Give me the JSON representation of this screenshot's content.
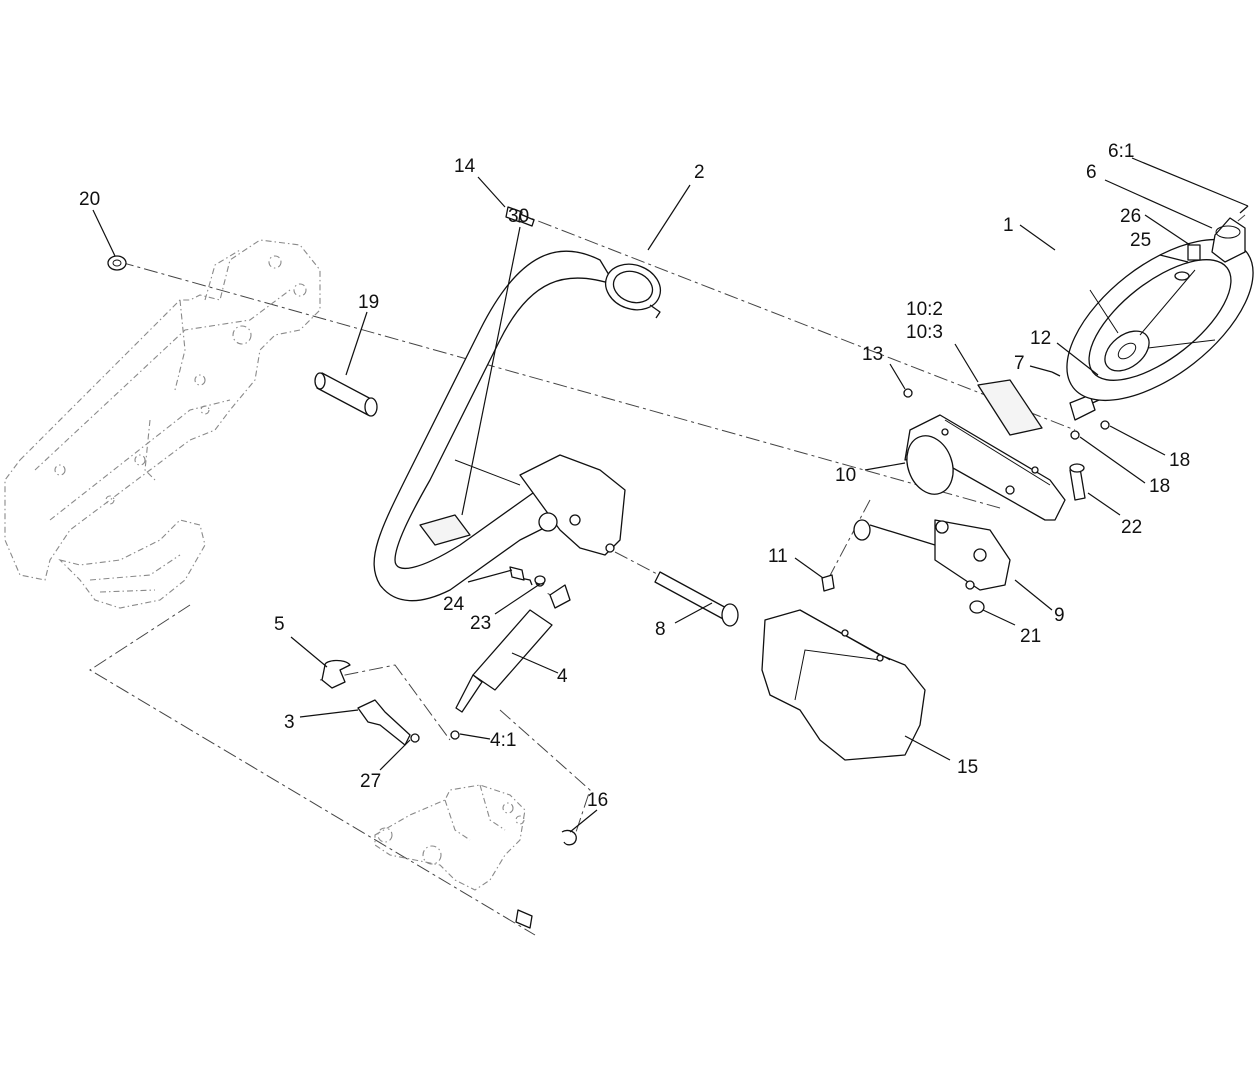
{
  "callouts": {
    "c1": "1",
    "c2": "2",
    "c3": "3",
    "c4": "4",
    "c4_1": "4:1",
    "c5": "5",
    "c6": "6",
    "c6_1": "6:1",
    "c7": "7",
    "c8": "8",
    "c9": "9",
    "c10": "10",
    "c10_2": "10:2",
    "c10_3": "10:3",
    "c11": "11",
    "c12": "12",
    "c13": "13",
    "c14": "14",
    "c15": "15",
    "c16": "16",
    "c18a": "18",
    "c18b": "18",
    "c19": "19",
    "c20": "20",
    "c21": "21",
    "c22": "22",
    "c23": "23",
    "c24": "24",
    "c25": "25",
    "c26": "26",
    "c27": "27",
    "c30": "30"
  }
}
